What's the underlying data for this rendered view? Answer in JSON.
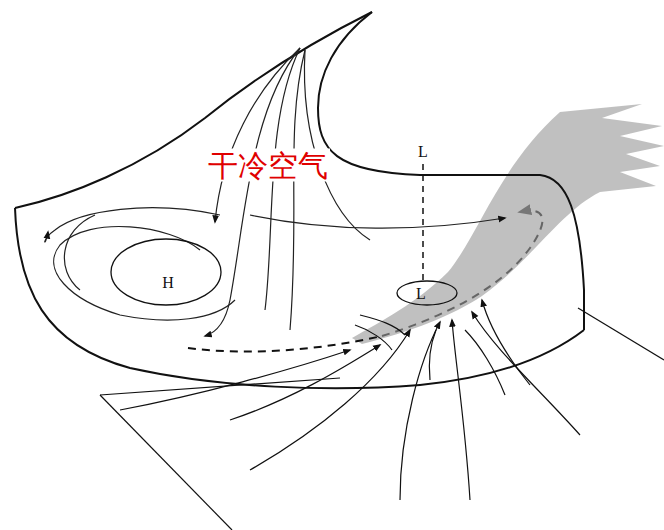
{
  "diagram": {
    "nodes": [
      {
        "text": [
          "H"
        ]
      },
      {
        "text": [
          "L"
        ]
      }
    ],
    "labels": [
      "干冷空气",
      "L"
    ]
  }
}
